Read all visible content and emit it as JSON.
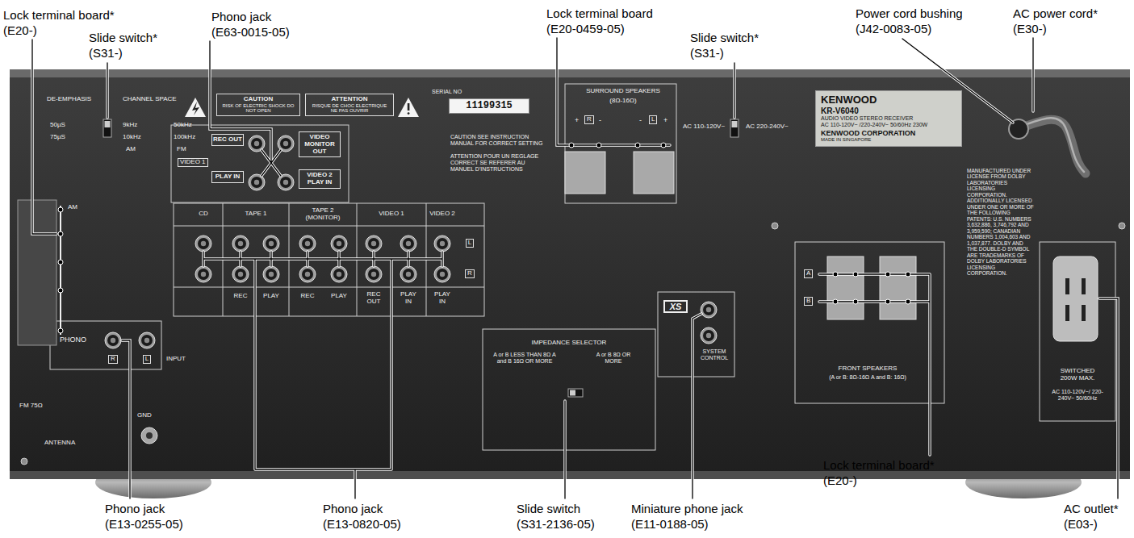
{
  "diagram": {
    "nodes": [
      {
        "text": [
          "CAUTION",
          "RISK OF ELECTRIC SHOCK DO NOT OPEN"
        ]
      },
      {
        "text": [
          "ATTENTION",
          "RISQUE DE CHOC ELECTRIQUE NE PAS OUVRIR"
        ]
      },
      {
        "text": [
          "11199315"
        ]
      },
      {
        "text": [
          "REC OUT"
        ]
      },
      {
        "text": [
          "VIDEO MONITOR OUT"
        ]
      },
      {
        "text": [
          "PLAY IN"
        ]
      },
      {
        "text": [
          "VIDEO 2 PLAY IN"
        ]
      },
      {
        "text": [
          "KENWOOD",
          "KR-V6040",
          "AUDIO VIDEO STEREO RECEIVER",
          "AC 110-120V~ /220-240V~ 50/60Hz 230W",
          "KENWOOD CORPORATION",
          "MADE IN SINGAPORE"
        ]
      },
      {
        "text": [
          "XS"
        ]
      }
    ],
    "labels": [
      "Lock terminal board*",
      "(E20-)",
      "Slide switch*",
      "(S31-)",
      "Phono jack",
      "(E63-0015-05)",
      "Lock terminal board",
      "(E20-0459-05)",
      "Slide switch*",
      "(S31-)",
      "Power cord bushing",
      "(J42-0083-05)",
      "AC power cord*",
      "(E30-)",
      "Phono jack",
      "(E13-0255-05)",
      "Phono jack",
      "(E13-0820-05)",
      "Slide switch",
      "(S31-2136-05)",
      "Miniature phone jack",
      "(E11-0188-05)",
      "Lock terminal board*",
      "(E20-)",
      "AC outlet*",
      "(E03-)",
      "DE-EMPHASIS",
      "50µS",
      "75µS",
      "CHANNEL SPACE",
      "9kHz",
      "10kHz",
      "AM",
      "50kHz",
      "100kHz",
      "FM",
      "SERIAL NO",
      "SURROUND SPEAKERS",
      "(8Ω-16Ω)",
      "+",
      "R",
      "-",
      "-",
      "L",
      "+",
      "CAUTION SEE INSTRUCTION MANUAL FOR CORRECT SETTING",
      "ATTENTION POUR UN REGLAGE CORRECT SE REFERER AU MANUEL D'INSTRUCTIONS",
      "AC 110-120V~",
      "AC 220-240V~",
      "MANUFACTURED UNDER LICENSE FROM DOLBY LABORATORIES LICENSING CORPORATION. ADDITIONALLY LICENSED UNDER ONE OR MORE OF THE FOLLOWING PATENTS: U.S. NUMBERS 3,632,886, 3,746,792 AND 3,959,590; CANADIAN NUMBERS 1,004,603 AND 1,037,877. DOLBY AND THE DOUBLE-D SYMBOL ARE TRADEMARKS OF DOLBY LABORATORIES LICENSING CORPORATION.",
      "SWITCHED 200W MAX.",
      "AC 110-120V~/ 220-240V~ 50/60Hz",
      "IMPEDANCE SELECTOR",
      "A or B LESS THAN 8Ω A and B 16Ω OR MORE",
      "A or B 8Ω OR MORE",
      "SYSTEM CONTROL",
      "FRONT SPEAKERS",
      "(A or B: 8Ω-16Ω A and B: 16Ω)",
      "A",
      "B",
      "AM",
      "FM 75Ω",
      "GND",
      "ANTENNA",
      "PHONO",
      "R",
      "L",
      "INPUT",
      "CD",
      "TAPE 1",
      "TAPE 2 (MONITOR)",
      "VIDEO 1",
      "VIDEO 2",
      "L",
      "R",
      "REC",
      "PLAY",
      "REC",
      "PLAY",
      "REC OUT",
      "PLAY IN",
      "PLAY IN",
      "VIDEO 1"
    ]
  }
}
